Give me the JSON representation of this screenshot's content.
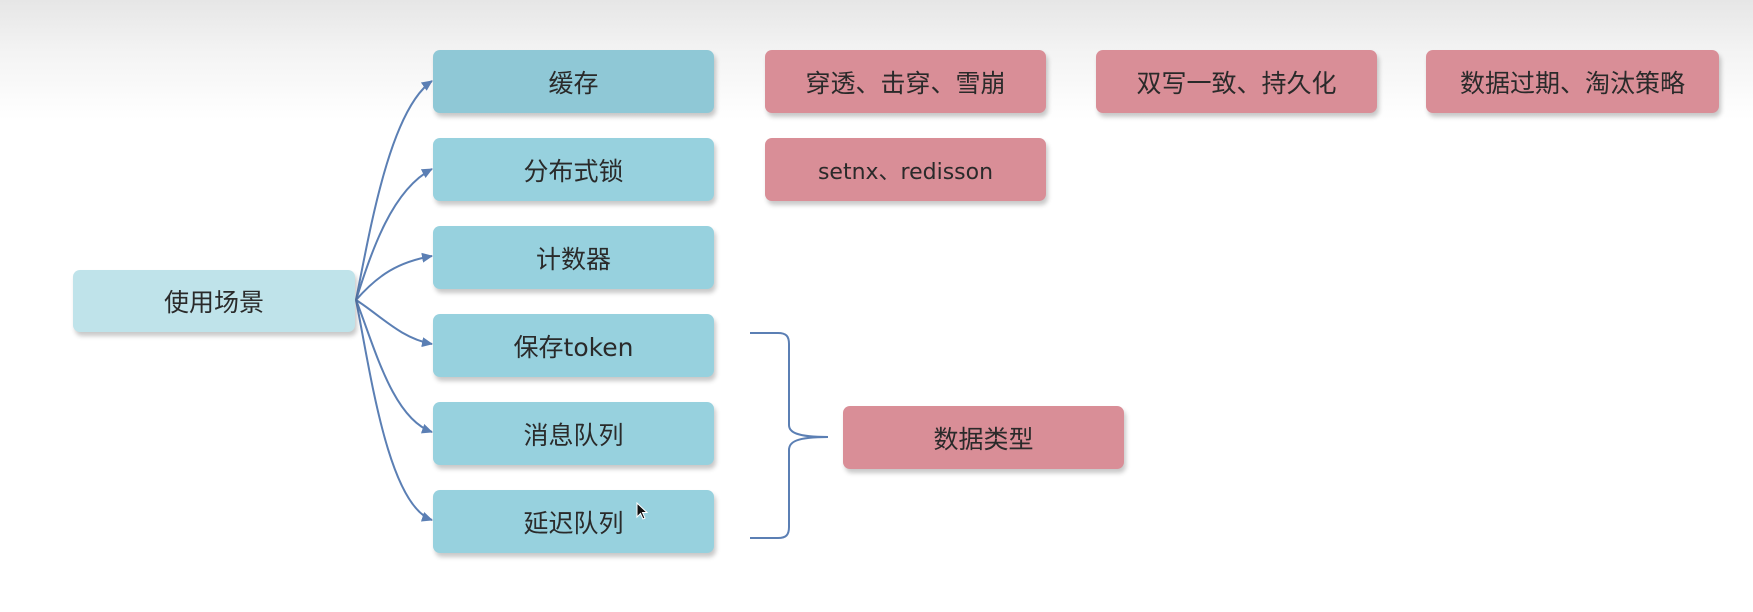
{
  "diagram": {
    "root": {
      "label": "使用场景"
    },
    "scenarios": [
      {
        "label": "缓存"
      },
      {
        "label": "分布式锁"
      },
      {
        "label": "计数器"
      },
      {
        "label": "保存token"
      },
      {
        "label": "消息队列"
      },
      {
        "label": "延迟队列"
      }
    ],
    "cache_details": [
      {
        "label": "穿透、击穿、雪崩"
      },
      {
        "label": "双写一致、持久化"
      },
      {
        "label": "数据过期、淘汰策略"
      }
    ],
    "lock_detail": {
      "label": "setnx、redisson"
    },
    "group_detail": {
      "label": "数据类型"
    }
  },
  "colors": {
    "root_fill": "#bfe3ea",
    "scenario_fill": "#97d1de",
    "detail_fill": "#d98e97",
    "connector": "#5b7fb4"
  }
}
